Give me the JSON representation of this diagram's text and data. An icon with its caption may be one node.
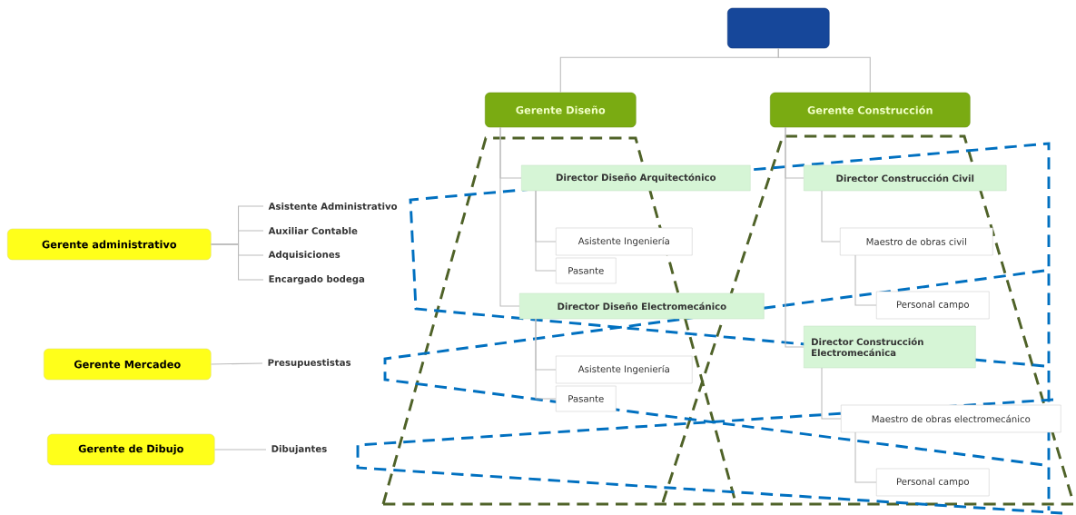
{
  "diagram": {
    "nodes": [
      {
        "text": [],
        "shape": "box"
      },
      {
        "text": [
          "Gerente Diseño"
        ]
      },
      {
        "text": [
          "Gerente Construcción"
        ]
      },
      {
        "text": [
          "Director Diseño Arquitectónico"
        ]
      },
      {
        "text": [
          "Asistente Ingeniería"
        ]
      },
      {
        "text": [
          "Pasante"
        ]
      },
      {
        "text": [
          "Director Diseño Electromecánico"
        ]
      },
      {
        "text": [
          "Asistente Ingeniería"
        ]
      },
      {
        "text": [
          "Pasante"
        ]
      },
      {
        "text": [
          "Director Construcción Civil"
        ]
      },
      {
        "text": [
          "Maestro de obras civil"
        ]
      },
      {
        "text": [
          "Personal campo"
        ]
      },
      {
        "text": [
          "Director Construcción Electromecánica"
        ]
      },
      {
        "text": [
          "Maestro de obras electromecánico"
        ]
      },
      {
        "text": [
          "Personal campo"
        ]
      },
      {
        "text": [
          "Gerente administrativo"
        ]
      },
      {
        "text": [
          "Asistente Administrativo"
        ]
      },
      {
        "text": [
          "Auxiliar Contable"
        ]
      },
      {
        "text": [
          "Adquisiciones"
        ]
      },
      {
        "text": [
          "Encargado bodega"
        ]
      },
      {
        "text": [
          "Gerente Mercadeo"
        ]
      },
      {
        "text": [
          "Presupuestistas"
        ]
      },
      {
        "text": [
          "Gerente de Dibujo"
        ]
      },
      {
        "text": [
          "Dibujantes"
        ]
      }
    ],
    "edges": [
      {
        "from": 0,
        "to": 1,
        "arrow": "none"
      },
      {
        "from": 0,
        "to": 2,
        "arrow": "none"
      },
      {
        "from": 1,
        "to": 3,
        "arrow": "none"
      },
      {
        "from": 1,
        "to": 6,
        "arrow": "none"
      },
      {
        "from": 3,
        "to": 4,
        "arrow": "none"
      },
      {
        "from": 3,
        "to": 5,
        "arrow": "none"
      },
      {
        "from": 6,
        "to": 7,
        "arrow": "none"
      },
      {
        "from": 6,
        "to": 8,
        "arrow": "none"
      },
      {
        "from": 2,
        "to": 9,
        "arrow": "none"
      },
      {
        "from": 2,
        "to": 12,
        "arrow": "none"
      },
      {
        "from": 9,
        "to": 10,
        "arrow": "none"
      },
      {
        "from": 10,
        "to": 11,
        "arrow": "none"
      },
      {
        "from": 12,
        "to": 13,
        "arrow": "none"
      },
      {
        "from": 13,
        "to": 14,
        "arrow": "none"
      },
      {
        "from": 15,
        "to": 16,
        "arrow": "none"
      },
      {
        "from": 15,
        "to": 17,
        "arrow": "none"
      },
      {
        "from": 15,
        "to": 18,
        "arrow": "none"
      },
      {
        "from": 15,
        "to": 19,
        "arrow": "none"
      },
      {
        "from": 20,
        "to": 21,
        "arrow": "none"
      },
      {
        "from": 22,
        "to": 23,
        "arrow": "none"
      }
    ]
  }
}
